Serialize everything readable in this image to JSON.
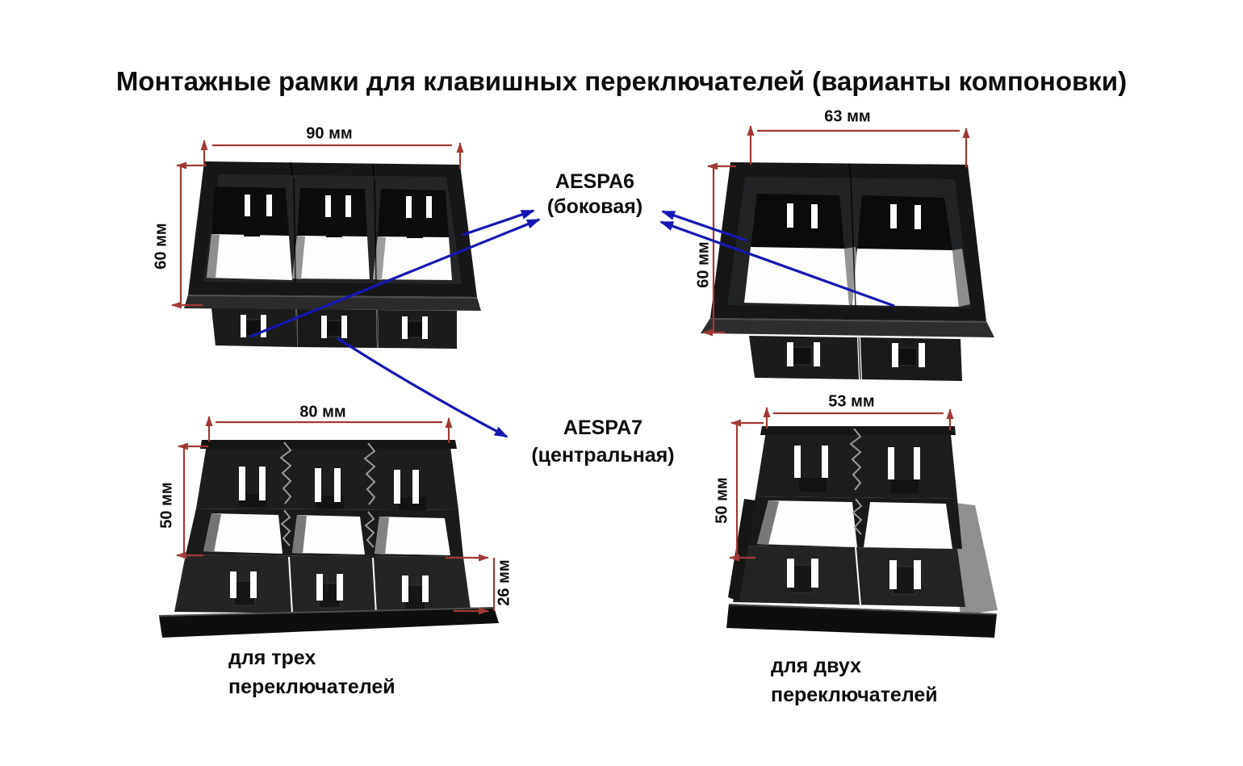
{
  "title": "Монтажные рамки для клавишных переключателей (варианты компоновки)",
  "colors": {
    "background": "#ffffff",
    "dimension_red": "#a03a36",
    "arrow_blue": "#1717b2",
    "frame_black": "#1b1b1b",
    "text": "#0d0d0d"
  },
  "part_labels": {
    "side": {
      "code": "AESPA6",
      "kind": "(боковая)"
    },
    "central": {
      "code": "AESPA7",
      "kind": "(центральная)"
    }
  },
  "frames": {
    "three_front": {
      "width": "90 мм",
      "height": "60 мм"
    },
    "two_front": {
      "width": "63 мм",
      "height": "60 мм"
    },
    "three_back": {
      "width": "80 мм",
      "height": "50 мм",
      "depth": "26 мм",
      "caption": "для трех переключателей"
    },
    "two_back": {
      "width": "53 мм",
      "height": "50 мм",
      "caption": "для двух переключателей"
    }
  }
}
